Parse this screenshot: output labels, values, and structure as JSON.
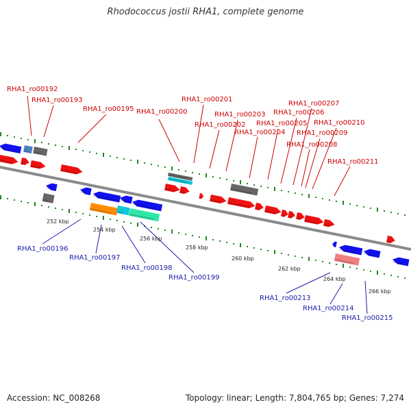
{
  "title": "Rhodococcus jostii RHA1, complete genome",
  "accession_text": "Accession: NC_008268",
  "topology_text": "Topology: linear; Length: 7,804,765 bp; Genes: 7,274",
  "colors": {
    "forward": "#ee1111",
    "reverse": "#1111ee",
    "gray": "#666666",
    "orange": "#ff8c00",
    "cyan": "#11c8d8",
    "green": "#2fe6a6",
    "pink": "#f08080",
    "steel": "#4a7fc0",
    "backbone": "#8a8a8a",
    "dots": "#1a8a1a"
  },
  "top_labels": [
    {
      "text": "RHA1_ro00192"
    },
    {
      "text": "RHA1_ro00193"
    },
    {
      "text": "RHA1_ro00195"
    },
    {
      "text": "RHA1_ro00200"
    },
    {
      "text": "RHA1_ro00201"
    },
    {
      "text": "RHA1_ro00202"
    },
    {
      "text": "RHA1_ro00203"
    },
    {
      "text": "RHA1_ro00204"
    },
    {
      "text": "RHA1_ro00205"
    },
    {
      "text": "RHA1_ro00206"
    },
    {
      "text": "RHA1_ro00207"
    },
    {
      "text": "RHA1_ro00208"
    },
    {
      "text": "RHA1_ro00209"
    },
    {
      "text": "RHA1_ro00210"
    },
    {
      "text": "RHA1_ro00211"
    }
  ],
  "bottom_labels": [
    {
      "text": "RHA1_ro00196"
    },
    {
      "text": "RHA1_ro00197"
    },
    {
      "text": "RHA1_ro00198"
    },
    {
      "text": "RHA1_ro00199"
    },
    {
      "text": "RHA1_ro00213"
    },
    {
      "text": "RHA1_ro00214"
    },
    {
      "text": "RHA1_ro00215"
    }
  ],
  "ticks": [
    {
      "text": "252 kbp"
    },
    {
      "text": "254 kbp"
    },
    {
      "text": "256 kbp"
    },
    {
      "text": "258 kbp"
    },
    {
      "text": "260 kbp"
    },
    {
      "text": "262 kbp"
    },
    {
      "text": "264 kbp"
    },
    {
      "text": "266 kbp"
    }
  ]
}
